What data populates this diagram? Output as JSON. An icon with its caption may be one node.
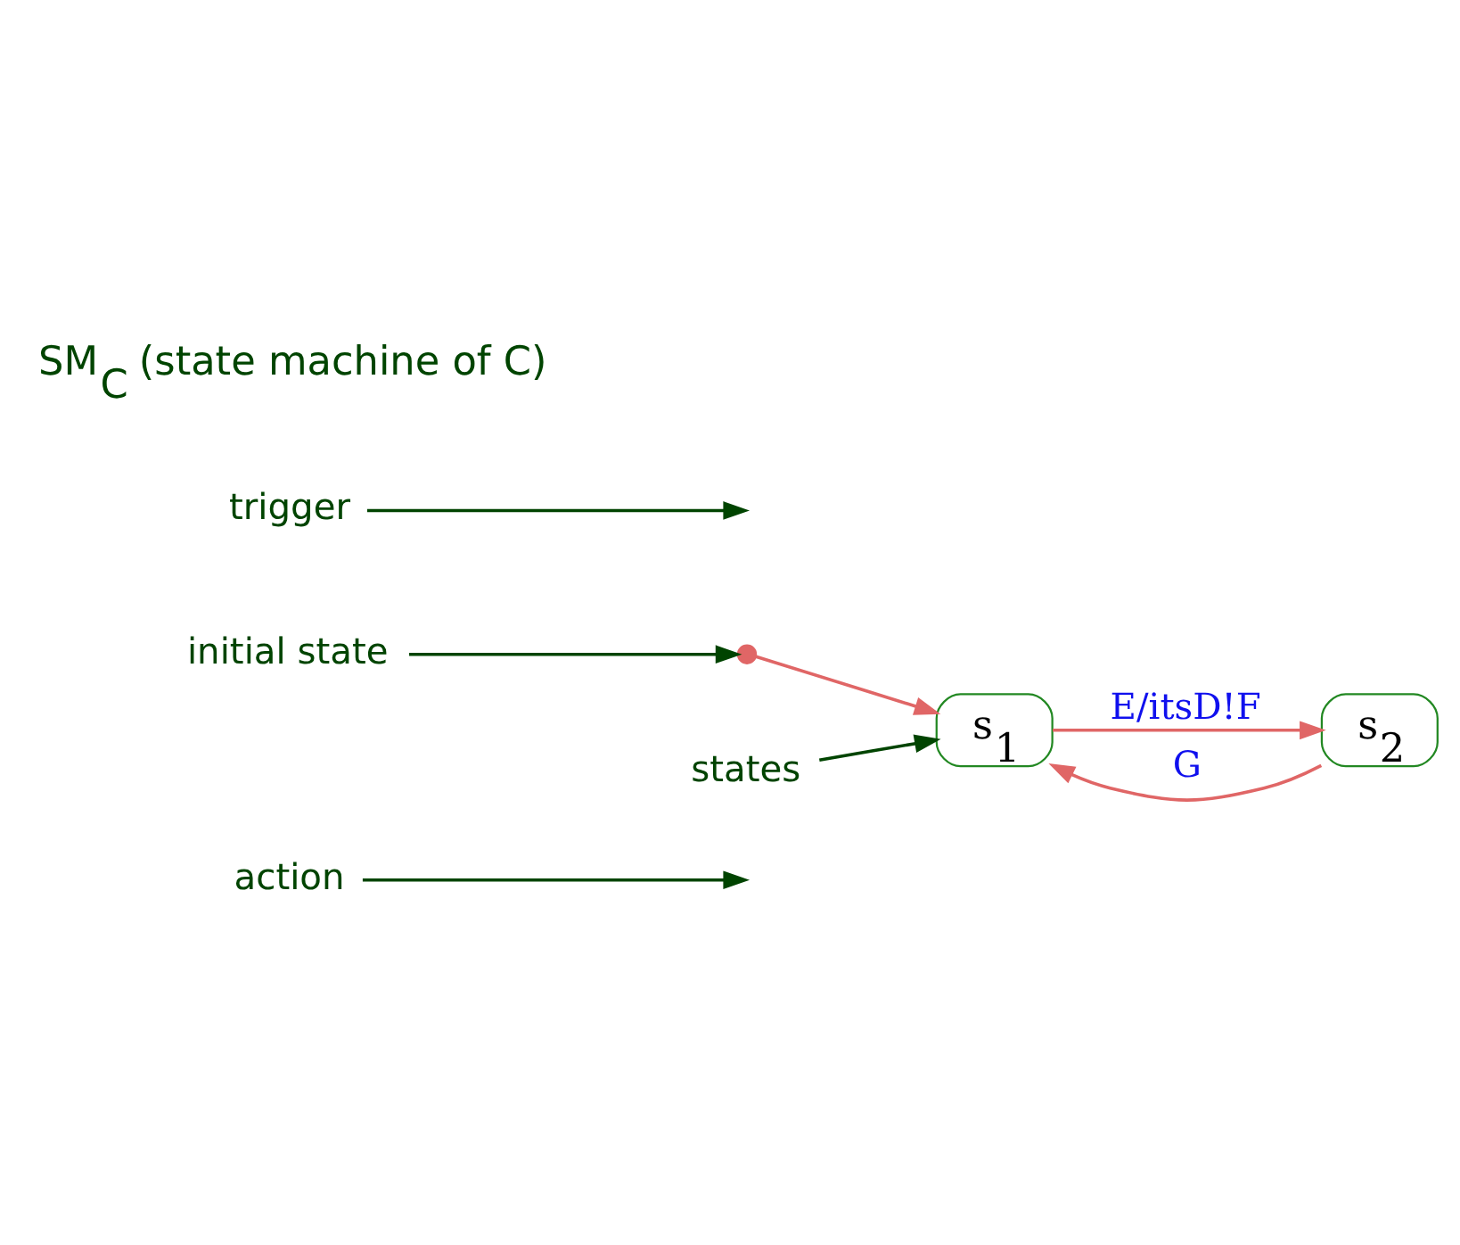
{
  "diagram": {
    "nodes": [
      {
        "text": [
          "action"
        ]
      },
      {
        "text": [
          "initial state"
        ]
      },
      {
        "text": [],
        "shape": "circle"
      },
      {
        "text": [
          "s$_{1}$"
        ]
      },
      {
        "text": [
          "s$_{2}$"
        ]
      },
      {
        "text": [
          "states"
        ]
      },
      {
        "text": [
          "trigger"
        ]
      }
    ],
    "edges": [
      {
        "from": 2,
        "to": 3,
        "arrow": "to",
        "color": "#e06666"
      },
      {
        "from": 3,
        "to": 4,
        "label": "E/itsD!F",
        "arrow": "to",
        "color": "#e06666"
      },
      {
        "from": 4,
        "to": 3,
        "label": "G",
        "arrow": "to",
        "color": "#e06666"
      },
      {
        "from": 1,
        "to": 2,
        "arrow": "to",
        "color": "#004400"
      },
      {
        "from": 5,
        "to": 3,
        "arrow": "to",
        "color": "#004400"
      },
      {
        "from": 6,
        "to": null,
        "arrow": "to",
        "color": "#004400"
      },
      {
        "from": 0,
        "to": null,
        "arrow": "to",
        "color": "#004400"
      }
    ],
    "labels": [
      "SM$_{C}$ (state machine of C)"
    ]
  }
}
